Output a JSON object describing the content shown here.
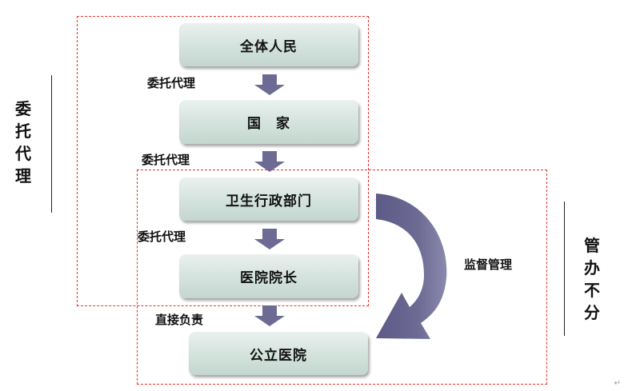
{
  "nodes": {
    "people": "全体人民",
    "state": "国　家",
    "health_admin": "卫生行政部门",
    "hospital_director": "医院院长",
    "public_hospital": "公立医院"
  },
  "edges": {
    "e1": "委托代理",
    "e2": "委托代理",
    "e3": "委托代理",
    "e4": "直接负责"
  },
  "supervision": "监督管理",
  "side_left": [
    "委",
    "托",
    "代",
    "理"
  ],
  "side_right": [
    "管",
    "办",
    "不",
    "分"
  ],
  "colors": {
    "box_fill": "#d3e2dc",
    "arrow": "#6d6b94",
    "dashed_border": "#e3322f"
  },
  "corner_mark": "↵"
}
